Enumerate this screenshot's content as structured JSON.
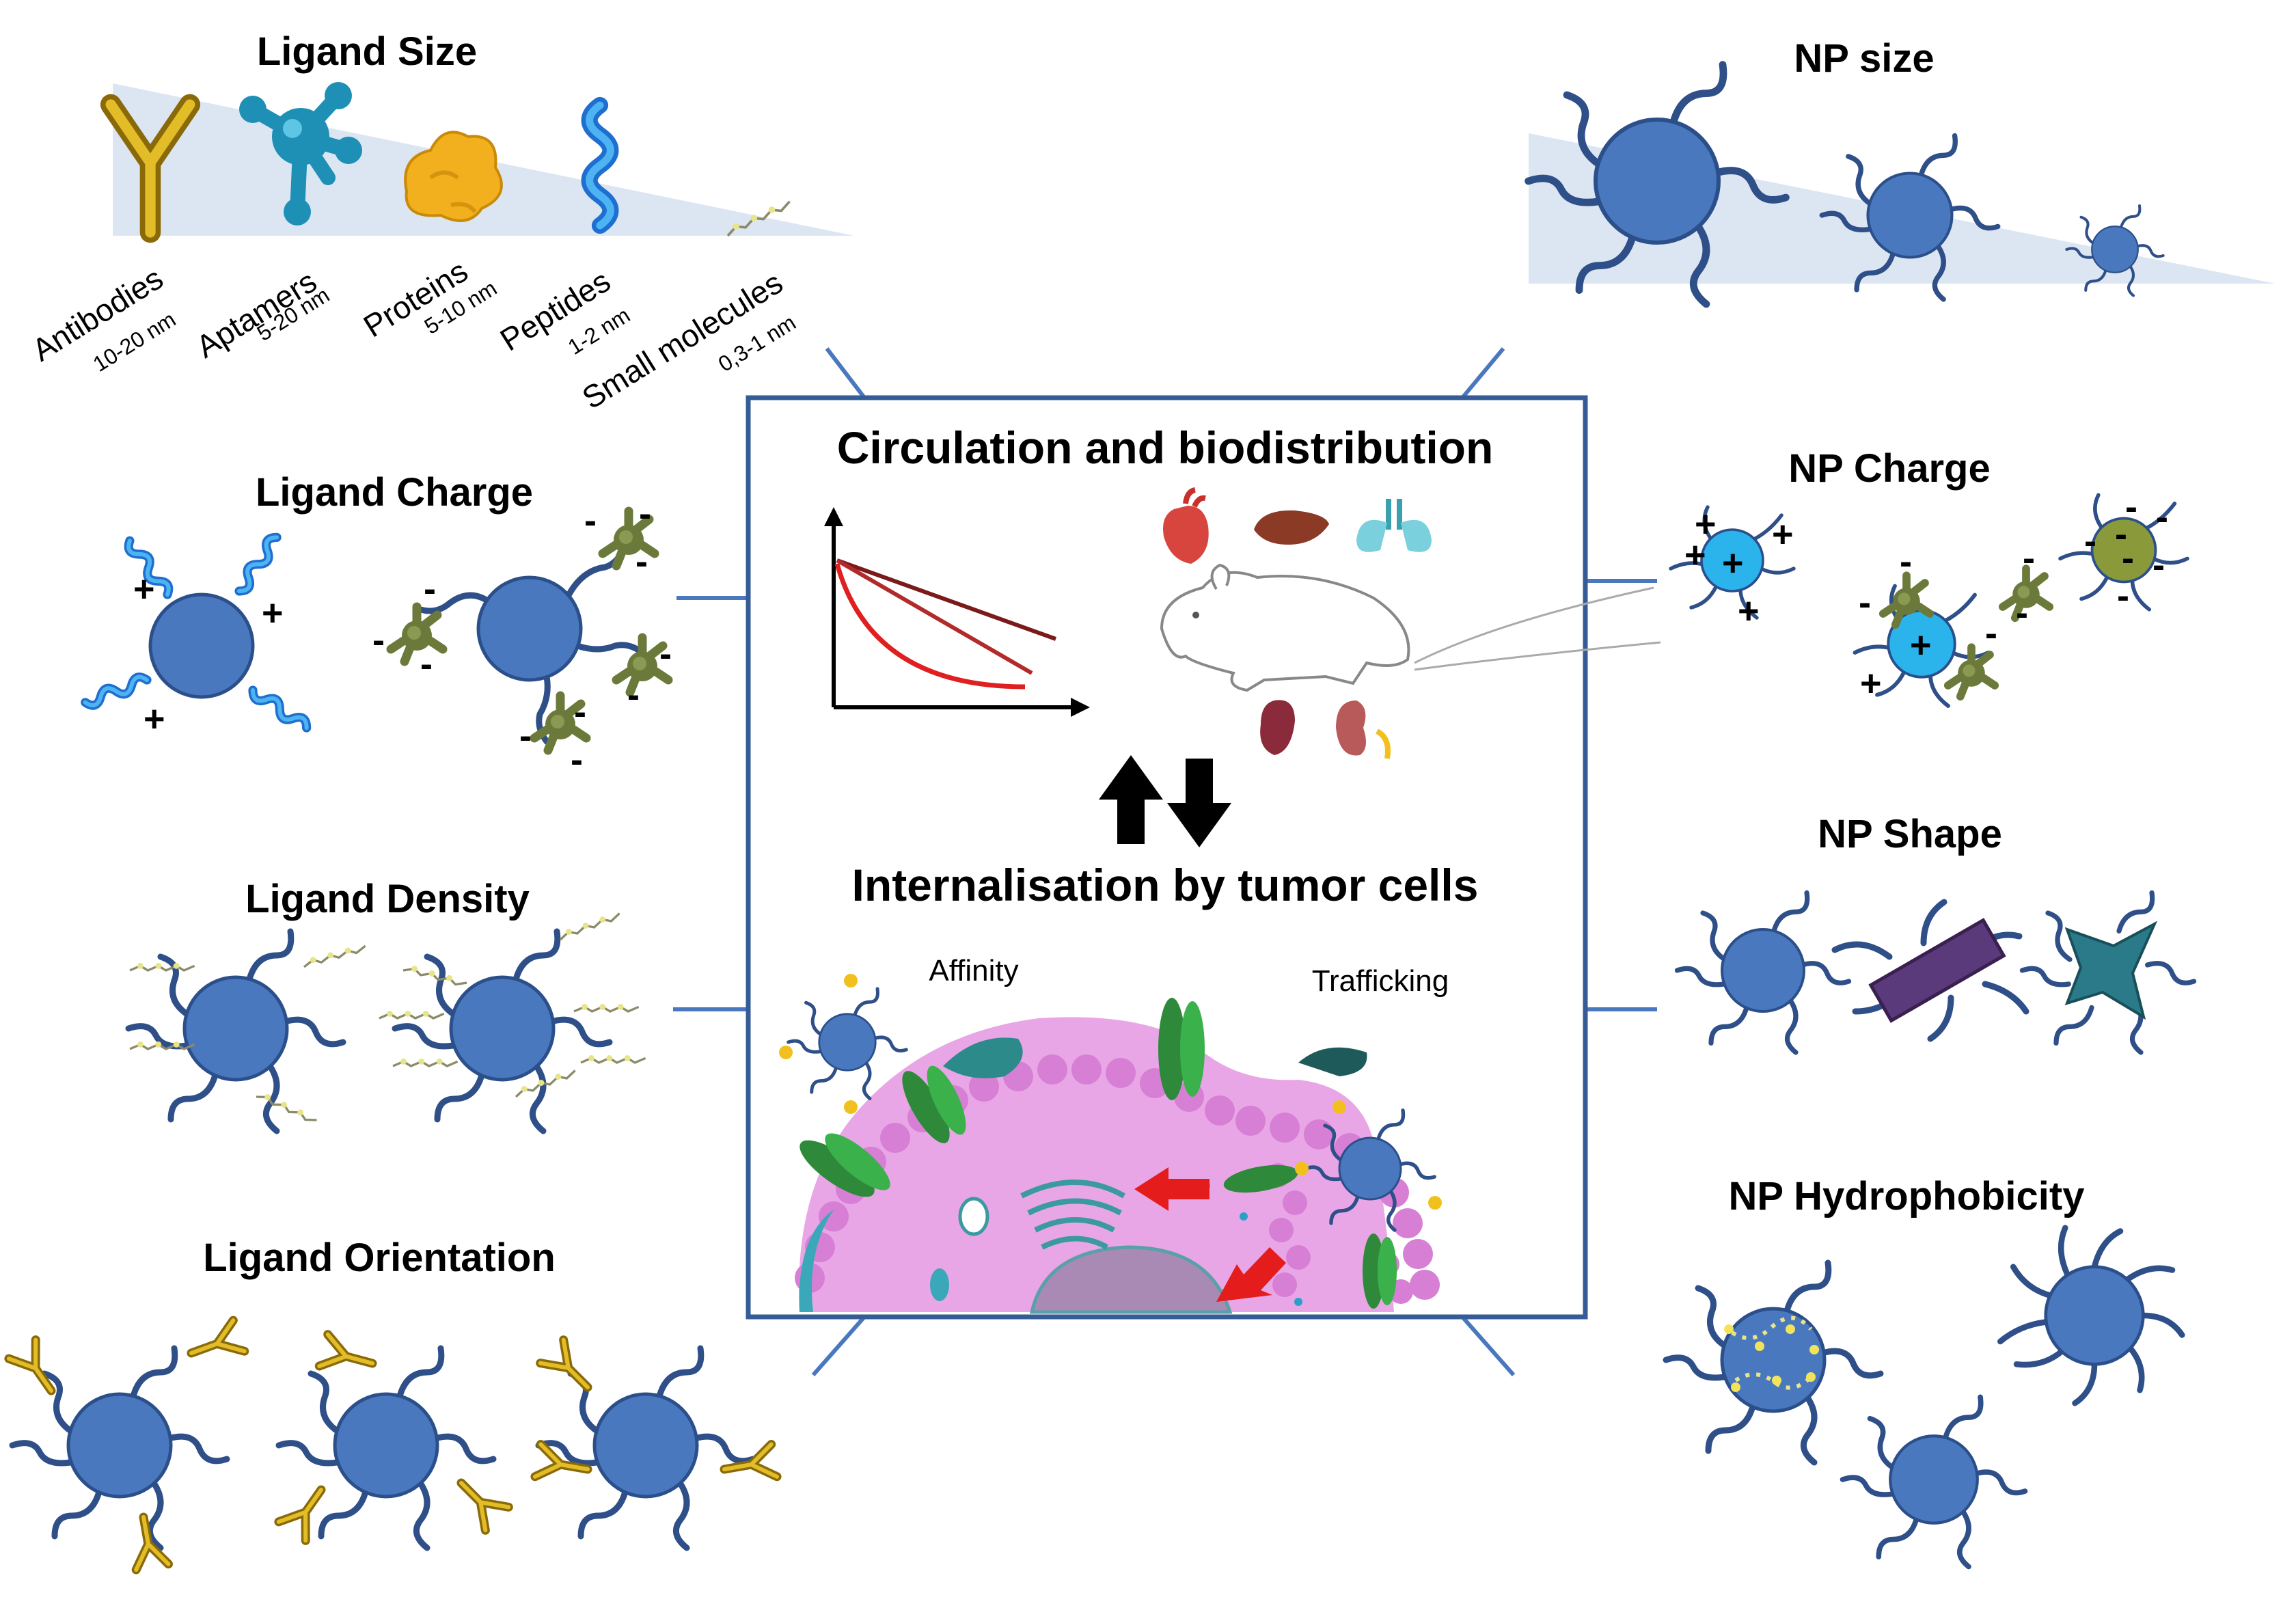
{
  "ligand_size": {
    "title": "Ligand Size",
    "items": [
      {
        "name": "Antibodies",
        "size": "10-20 nm"
      },
      {
        "name": "Aptamers",
        "size": "5-20 nm"
      },
      {
        "name": "Proteins",
        "size": "5-10 nm"
      },
      {
        "name": "Peptides",
        "size": "1-2 nm"
      },
      {
        "name": "Small molecules",
        "size": "0,3-1 nm"
      }
    ]
  },
  "np_size": {
    "title": "NP size"
  },
  "ligand_charge": {
    "title": "Ligand Charge",
    "plus": "+",
    "minus": "-"
  },
  "np_charge": {
    "title": "NP Charge",
    "plus": "+",
    "minus": "-"
  },
  "ligand_density": {
    "title": "Ligand Density"
  },
  "np_shape": {
    "title": "NP Shape"
  },
  "ligand_orientation": {
    "title": "Ligand Orientation"
  },
  "np_hydrophobicity": {
    "title": "NP Hydrophobicity"
  },
  "center": {
    "top_title": "Circulation and biodistribution",
    "bottom_title": "Internalisation by tumor cells",
    "affinity": "Affinity",
    "trafficking": "Trafficking"
  },
  "colors": {
    "np_fill": "#4a78be",
    "ligand_tail": "#2f4f88",
    "connector": "#4a78be",
    "antibody": "#c9a11a",
    "aptamer": "#1e8fb5",
    "protein": "#f2b01e",
    "peptide": "#2b8fe0",
    "charged_ligand": "#6b7a3a",
    "positive_np": "#2bb3ec",
    "negative_np": "#8a9a3a",
    "cell_pink": "#e9a6e6",
    "arrow_red": "#e51c1c"
  },
  "icons": [
    "heart-icon",
    "liver-icon",
    "lungs-icon",
    "mouse-icon",
    "spleen-icon",
    "kidney-icon",
    "up-arrow-icon",
    "down-arrow-icon"
  ]
}
